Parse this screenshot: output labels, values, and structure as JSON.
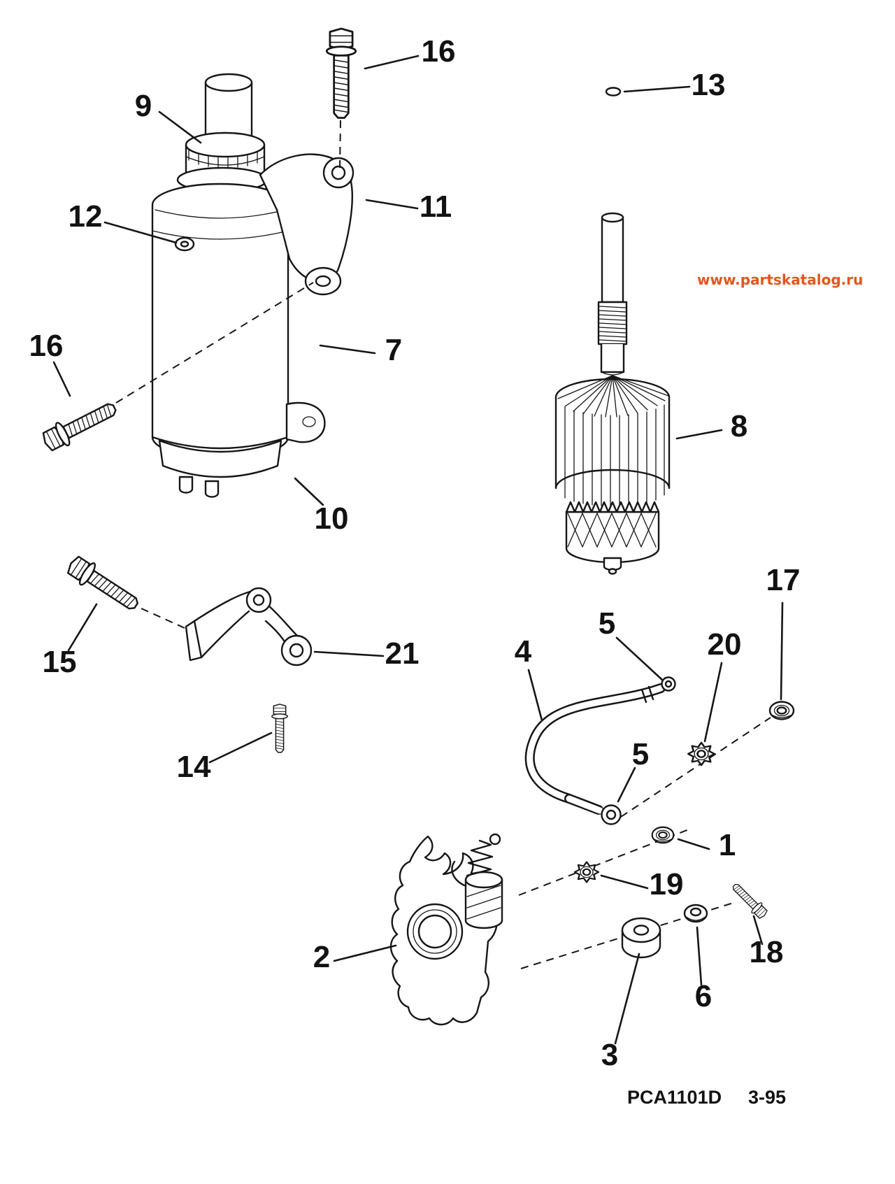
{
  "watermark": {
    "text": "www.partskatalog.ru",
    "color": "#e2571f"
  },
  "footer": {
    "drawing_code": "PCA1101D",
    "revision": "3-95"
  },
  "callouts": {
    "c16_top": "16",
    "c13": "13",
    "c9": "9",
    "c11": "11",
    "c12": "12",
    "c16_left": "16",
    "c7": "7",
    "c8": "8",
    "c10": "10",
    "c15": "15",
    "c21": "21",
    "c17": "17",
    "c5_upper": "5",
    "c4": "4",
    "c20": "20",
    "c14": "14",
    "c5_lower": "5",
    "c1": "1",
    "c19": "19",
    "c2": "2",
    "c18": "18",
    "c6": "6",
    "c3": "3"
  }
}
